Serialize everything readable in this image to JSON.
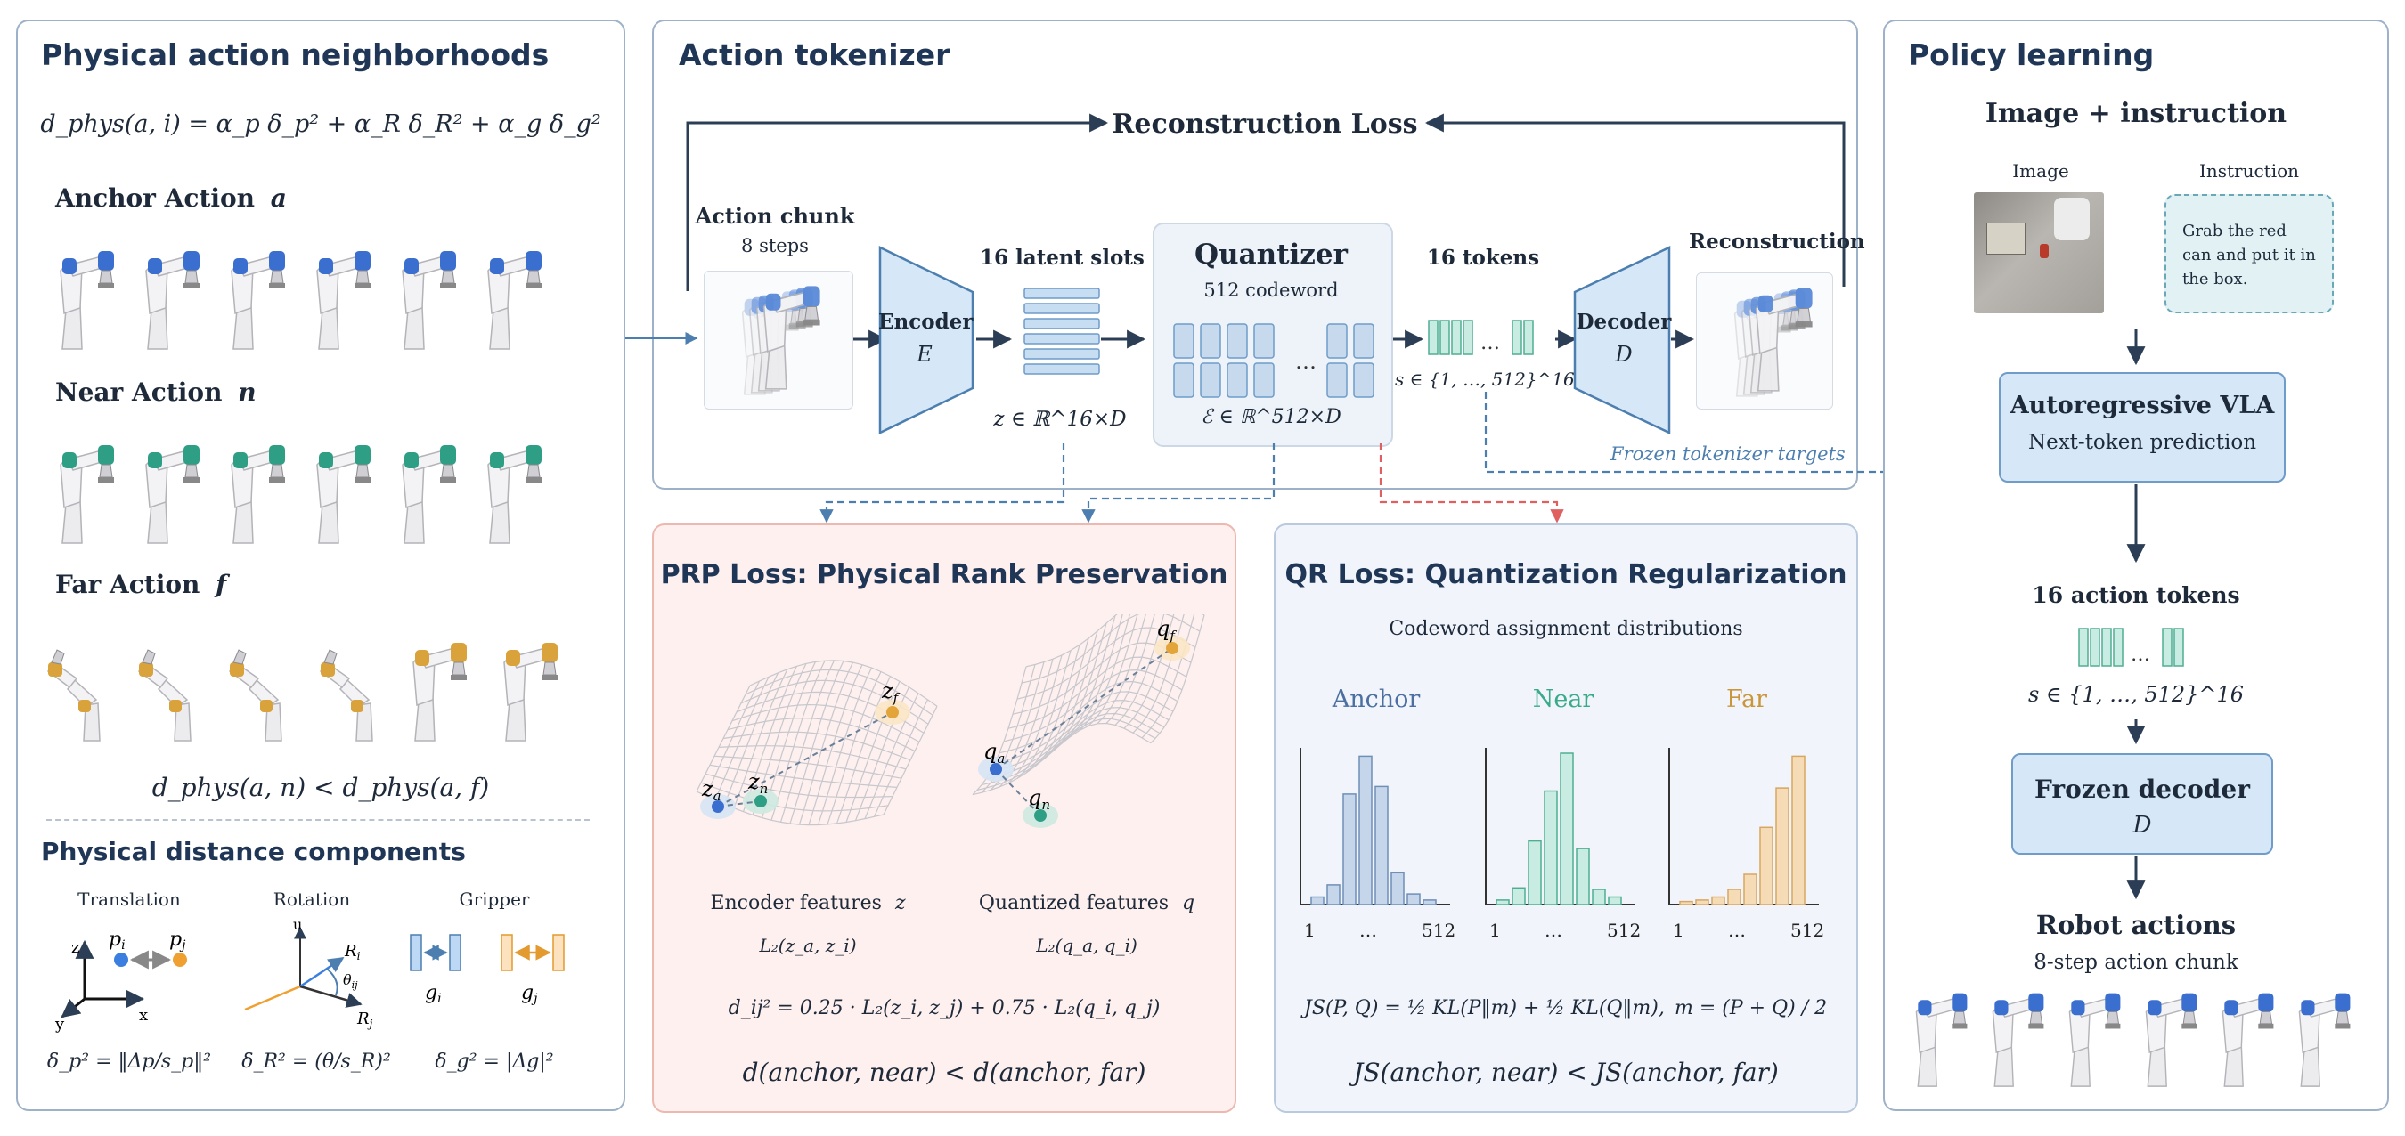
{
  "colors": {
    "panel_border": "#9db2c8",
    "blue_fill": "#d6e8f8",
    "blue_stroke": "#4c7fb0",
    "teal": "#3aaa8a",
    "orange": "#e3a43a",
    "red_dash": "#e06060",
    "pink_bg": "#fdf0ee",
    "lav_bg": "#f1f5fb",
    "arm_blue": "#3a6ecf",
    "arm_teal": "#2e9e85",
    "arm_orange": "#d9a23a"
  },
  "left": {
    "title": "Physical action neighborhoods",
    "formula": "d_phys(a, i) = α_p δ_p² + α_R δ_R² + α_g δ_g²",
    "anchor_label": "Anchor Action",
    "anchor_symbol": "a",
    "near_label": "Near Action",
    "near_symbol": "n",
    "far_label": "Far Action",
    "far_symbol": "f",
    "inequality": "d_phys(a, n) < d_phys(a, f)",
    "components_title": "Physical distance components",
    "translation": "Translation",
    "rotation": "Rotation",
    "gripper": "Gripper",
    "eq_translation": "δ_p² = ‖Δp/s_p‖²",
    "eq_rotation": "δ_R² = (θ/s_R)²",
    "eq_gripper": "δ_g² = |Δg|²",
    "axis_z": "z",
    "axis_y": "y",
    "axis_x": "x",
    "axis_u": "u",
    "pi": "p",
    "pj": "p",
    "ri": "R",
    "rj": "R",
    "theta": "θ",
    "gi": "g",
    "gj": "g",
    "sub_i": "i",
    "sub_j": "j",
    "sub_ij": "ij"
  },
  "mid": {
    "title": "Action tokenizer",
    "recon_loss": "Reconstruction Loss",
    "action_chunk": "Action chunk",
    "steps": "8 steps",
    "encoder": "Encoder",
    "encoder_sym": "E",
    "latent_slots": "16 latent slots",
    "z_space": "z ∈ ℝ^16×D",
    "quantizer": "Quantizer",
    "codeword": "512 codeword",
    "codebook_space": "ℰ ∈ ℝ^512×D",
    "ellipsis": "…",
    "tokens": "16 tokens",
    "s_space": "s ∈ {1, …, 512}^16",
    "decoder": "Decoder",
    "decoder_sym": "D",
    "reconstruction": "Reconstruction",
    "frozen_targets": "Frozen tokenizer targets"
  },
  "prp": {
    "title": "PRP Loss: Physical Rank Preservation",
    "enc_features": "Encoder features",
    "enc_sym": "z",
    "quant_features": "Quantized features",
    "quant_sym": "q",
    "l2_z": "L₂(z_a, z_i)",
    "l2_q": "L₂(q_a, q_i)",
    "dij": "d_ij² = 0.25 · L₂(z_i, z_j) + 0.75 · L₂(q_i, q_j)",
    "ineq": "d(anchor, near) < d(anchor, far)",
    "za": "z",
    "zn": "z",
    "zf": "z",
    "qa": "q",
    "qn": "q",
    "qf": "q",
    "sub_a": "a",
    "sub_n": "n",
    "sub_f": "f"
  },
  "qr": {
    "title": "QR Loss: Quantization Regularization",
    "subtitle": "Codeword assignment distributions",
    "anchor": "Anchor",
    "near": "Near",
    "far": "Far",
    "tick_first": "1",
    "tick_dots": "…",
    "tick_last": "512",
    "js": "JS(P, Q) = ½ KL(P‖m) + ½ KL(Q‖m),",
    "m": "m = (P + Q) / 2",
    "ineq": "JS(anchor, near) < JS(anchor, far)"
  },
  "chart_data": [
    {
      "type": "bar",
      "title": "Anchor",
      "values": [
        0.05,
        0.13,
        0.73,
        0.98,
        0.78,
        0.21,
        0.07,
        0.03
      ]
    },
    {
      "type": "bar",
      "title": "Near",
      "values": [
        0.03,
        0.11,
        0.42,
        0.75,
        1.0,
        0.37,
        0.1,
        0.05
      ]
    },
    {
      "type": "bar",
      "title": "Far",
      "values": [
        0.02,
        0.03,
        0.05,
        0.1,
        0.2,
        0.51,
        0.77,
        0.98
      ]
    }
  ],
  "right": {
    "title": "Policy learning",
    "img_instr": "Image + instruction",
    "image_label": "Image",
    "instruction_label": "Instruction",
    "instruction_text": "Grab the red can and put it in the box.",
    "vla": "Autoregressive VLA",
    "vla_sub": "Next-token prediction",
    "action_tokens": "16 action tokens",
    "s_space": "s ∈ {1, …, 512}^16",
    "frozen_decoder": "Frozen decoder",
    "decoder_sym": "D",
    "robot_actions": "Robot actions",
    "chunk": "8-step action chunk",
    "ellipsis": "…"
  }
}
